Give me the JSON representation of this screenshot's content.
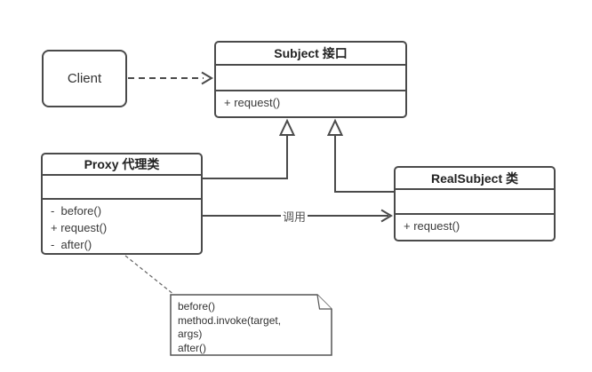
{
  "boxes": {
    "client": {
      "label": "Client"
    },
    "subject": {
      "title": "Subject 接口",
      "methods": [
        "+ request()"
      ]
    },
    "proxy": {
      "title": "Proxy 代理类",
      "methods": [
        "-  before()",
        "+ request()",
        "-  after()"
      ]
    },
    "realsubject": {
      "title": "RealSubject 类",
      "methods": [
        "+ request()"
      ]
    }
  },
  "edges": {
    "call_label": "调用"
  },
  "note": {
    "lines": [
      "before()",
      "method.invoke(target,",
      "args)",
      "after()"
    ]
  },
  "colors": {
    "stroke": "#4a4a4a",
    "note_stroke": "#555555",
    "text": "#333333",
    "background": "#ffffff"
  }
}
